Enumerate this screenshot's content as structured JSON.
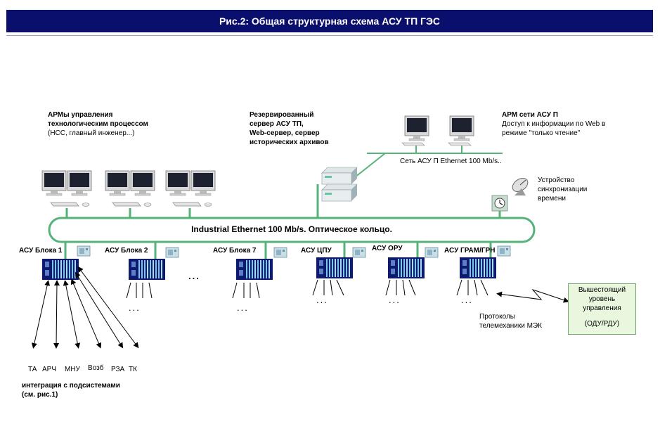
{
  "title": "Рис.2: Общая структурная схема АСУ ТП ГЭС",
  "groups": {
    "arm_title_1": "АРМы управления",
    "arm_title_2": "технологическим процессом",
    "arm_subtitle": "(НСС, главный инженер...)",
    "server_1": "Резервированный",
    "server_2": "сервер АСУ ТП,",
    "server_3": "Web-сервер, сервер",
    "server_4": "исторических архивов",
    "apm_title": "АРМ сети АСУ П",
    "apm_line1": "Доступ к информации по Web в",
    "apm_line2": "режиме \"только чтение\"",
    "asu_p_net": "Сеть АСУ П Ethernet 100 Mb/s..",
    "sync_1": "Устройство",
    "sync_2": "синхронизации",
    "sync_3": "времени"
  },
  "ring_label": "Industrial Ethernet 100 Mb/s. Оптическое кольцо.",
  "controllers": [
    {
      "label": "АСУ Блока 1"
    },
    {
      "label": "АСУ Блока 2"
    },
    {
      "label": "АСУ Блока 7"
    },
    {
      "label": "АСУ ЦПУ"
    },
    {
      "label": "АСУ ОРУ"
    },
    {
      "label": "АСУ ГРАМ/ГРН"
    }
  ],
  "ellipsis": "...",
  "subsystems": [
    "ТА",
    "АРЧ",
    "МНУ",
    "Возб",
    "РЗА",
    "ТК"
  ],
  "integration_1": "интеграция с подсистемами",
  "integration_2": "(см. рис.1)",
  "protocols_1": "Протоколы",
  "protocols_2": "телемеханики МЭК",
  "upper_level": {
    "line1": "Вышестоящий",
    "line2": "уровень",
    "line3": "управления",
    "line4": "(ОДУ/РДУ)"
  },
  "colors": {
    "title_bg": "#0a0f6e",
    "network": "#55b37a",
    "rack_dark": "#0d1a6e",
    "rack_light": "#7cc6ea",
    "box_fill": "#e9f7df"
  }
}
